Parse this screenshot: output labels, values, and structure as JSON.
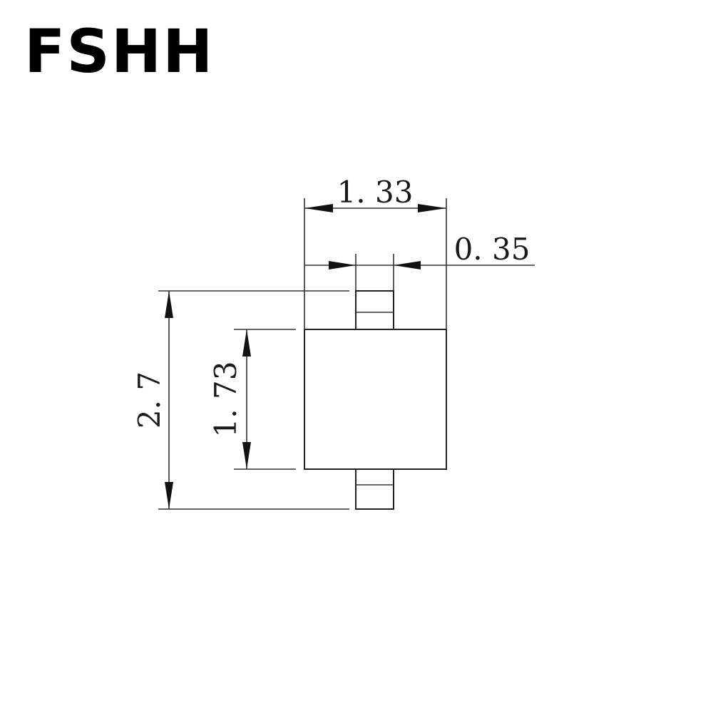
{
  "brand": {
    "text": "FSHH"
  },
  "dimensions": {
    "total_width": "1. 33",
    "lead_width": "0. 35",
    "total_height": "2. 7",
    "body_height": "1. 73"
  }
}
